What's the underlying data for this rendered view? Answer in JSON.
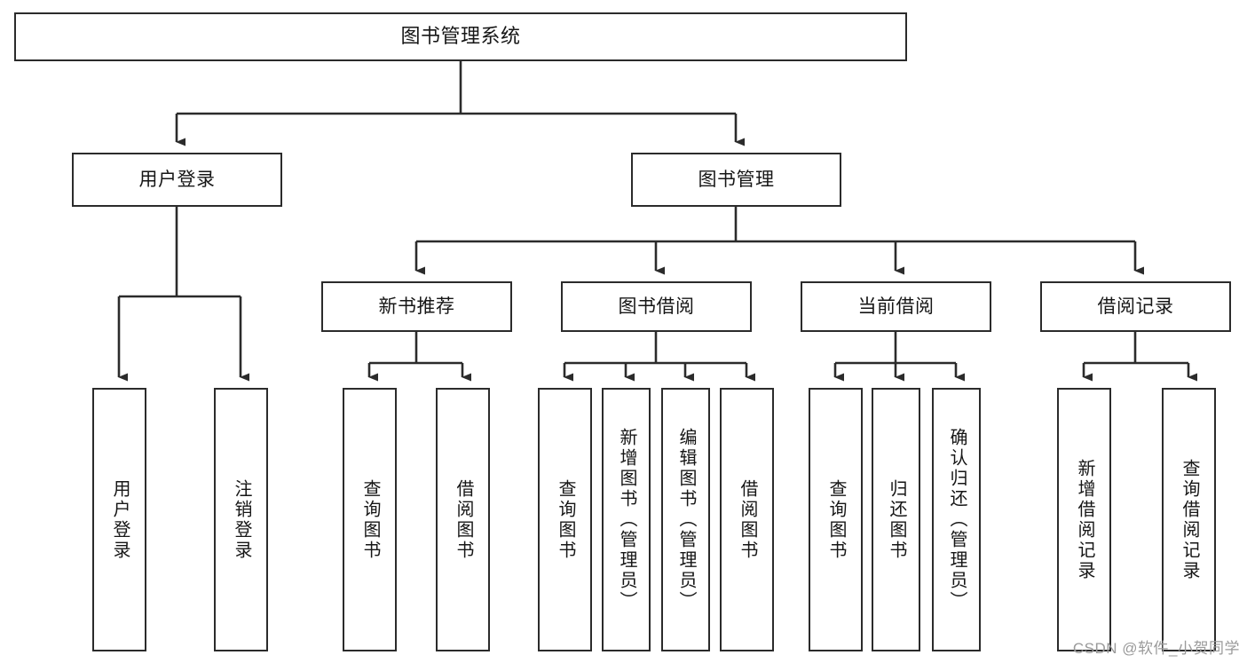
{
  "diagram": {
    "title": "图书管理系统",
    "type": "tree-hierarchy-diagram",
    "colors": {
      "box_border": "#2b2b2b",
      "box_fill": "#ffffff",
      "edge": "#2b2b2b",
      "text": "#161616",
      "watermark": "#9a9a9a",
      "background": "#ffffff"
    },
    "root": {
      "label": "图书管理系统"
    },
    "level2": [
      {
        "label": "用户登录"
      },
      {
        "label": "图书管理"
      }
    ],
    "level3": [
      {
        "label": "新书推荐"
      },
      {
        "label": "图书借阅"
      },
      {
        "label": "当前借阅"
      },
      {
        "label": "借阅记录"
      }
    ],
    "leaves": {
      "user_login": [
        {
          "label": "用户登录"
        },
        {
          "label": "注销登录"
        }
      ],
      "new_book_recommend": [
        {
          "label": "查询图书"
        },
        {
          "label": "借阅图书"
        }
      ],
      "book_borrow": [
        {
          "label": "查询图书"
        },
        {
          "label": "新增图书（管理员）"
        },
        {
          "label": "编辑图书（管理员）"
        },
        {
          "label": "借阅图书"
        }
      ],
      "current_borrow": [
        {
          "label": "查询图书"
        },
        {
          "label": "归还图书"
        },
        {
          "label": "确认归还（管理员）"
        }
      ],
      "borrow_record": [
        {
          "label": "新增借阅记录"
        },
        {
          "label": "查询借阅记录"
        }
      ]
    }
  },
  "watermark": {
    "text": "CSDN @软件_小贺同学"
  }
}
